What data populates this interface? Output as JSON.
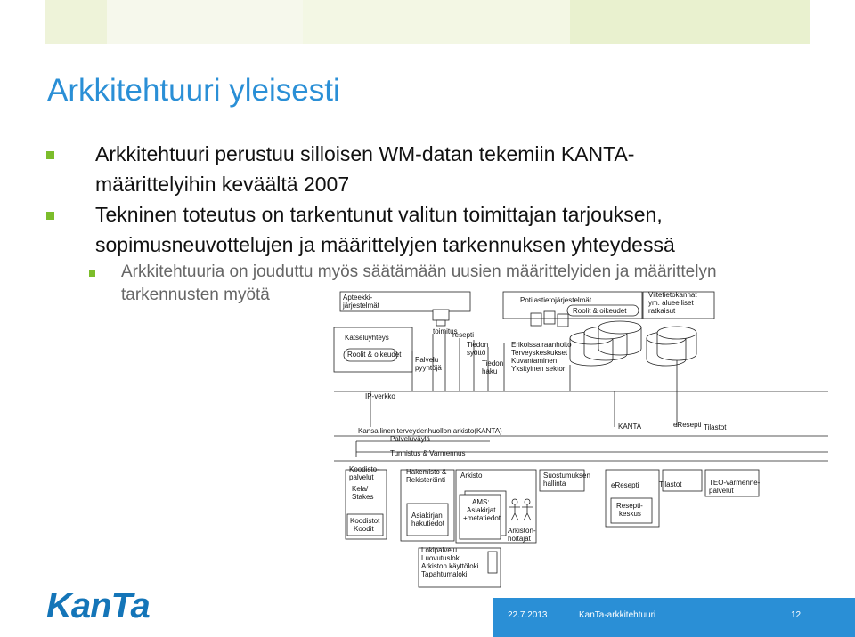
{
  "slide": {
    "title": "Arkkitehtuuri yleisesti",
    "bullets": [
      {
        "line1": "Arkkitehtuuri perustuu silloisen WM-datan tekemiin KANTA-",
        "line2": "määrittelyihin keväältä 2007"
      },
      {
        "line1": "Tekninen toteutus on tarkentunut valitun toimittajan tarjouksen,",
        "line2": "sopimusneuvottelujen ja määrittelyjen tarkennuksen yhteydessä"
      }
    ],
    "sub_bullet": {
      "line1": "Arkkitehtuuria on jouduttu myös säätämään uusien määrittelyiden ja määrittelyn",
      "line2": "tarkennusten myötä"
    }
  },
  "diagram": {
    "apteekki": [
      "Apteekki-",
      "järjestelmät"
    ],
    "potilas": "Potilastietojärjestelmät",
    "roolit_top": "Roolit & oikeudet",
    "viite": [
      "Viitetietokannat",
      "ym. alueelliset",
      "ratkaisut"
    ],
    "katselu": "Katseluyhteys",
    "roolit_left": "Roolit & oikeudet",
    "toimitus": "toimitus",
    "resepti": "resepti",
    "palvelu": [
      "Palvelu",
      "pyyntöjä"
    ],
    "tiedon_syotto": [
      "Tiedon",
      "syöttö"
    ],
    "tiedon_haku": [
      "Tiedon",
      "haku"
    ],
    "sektorit": [
      "Erikoissairaanhoito",
      "Terveyskeskukset",
      "Kuvantaminen",
      "Yksityinen sektori"
    ],
    "ip": "IP-verkko",
    "kansallinen": "Kansallinen terveydenhuollon arkisto(KANTA)",
    "palveluvayla": "Palveluväylä",
    "kanta": "KANTA",
    "eresepti_top": "eResepti",
    "tilastot_top": "Tilastot",
    "tunnistus": "Tunnistus & Varmennus",
    "koodisto": [
      "Koodisto-",
      "palvelut"
    ],
    "kela": [
      "Kela/",
      "Stakes"
    ],
    "koodistot": [
      "Koodistot",
      "Koodit"
    ],
    "hakemisto": [
      "Hakemisto &",
      "Rekisteröinti"
    ],
    "asiakirjan": [
      "Asiakirjan",
      "hakutiedot"
    ],
    "arkisto": "Arkisto",
    "ams": [
      "AMS:",
      "Asiakirjat",
      "+metatiedot"
    ],
    "suostumus": [
      "Suostumuksen",
      "hallinta"
    ],
    "arkistonhoitajat": [
      "Arkiston-",
      "hoitajat"
    ],
    "eresepti_bottom": "eResepti",
    "reseptikeskus": [
      "Resepti-",
      "keskus"
    ],
    "tilastot_bottom": "Tilastot",
    "teo": [
      "TEO-varmenne-",
      "palvelut"
    ],
    "lokipalvelu": [
      "Lokipalvelu",
      "Luovutusloki",
      "Arkiston käyttöloki",
      "Tapahtumaloki"
    ]
  },
  "footer": {
    "logo": "KanTa",
    "date": "22.7.2013",
    "title": "KanTa-arkkitehtuuri",
    "page": "12"
  },
  "colors": {
    "title": "#2a8fd6",
    "bullet": "#7cbd2b",
    "footer": "#2a8fd6",
    "logo": "#1475b8"
  }
}
